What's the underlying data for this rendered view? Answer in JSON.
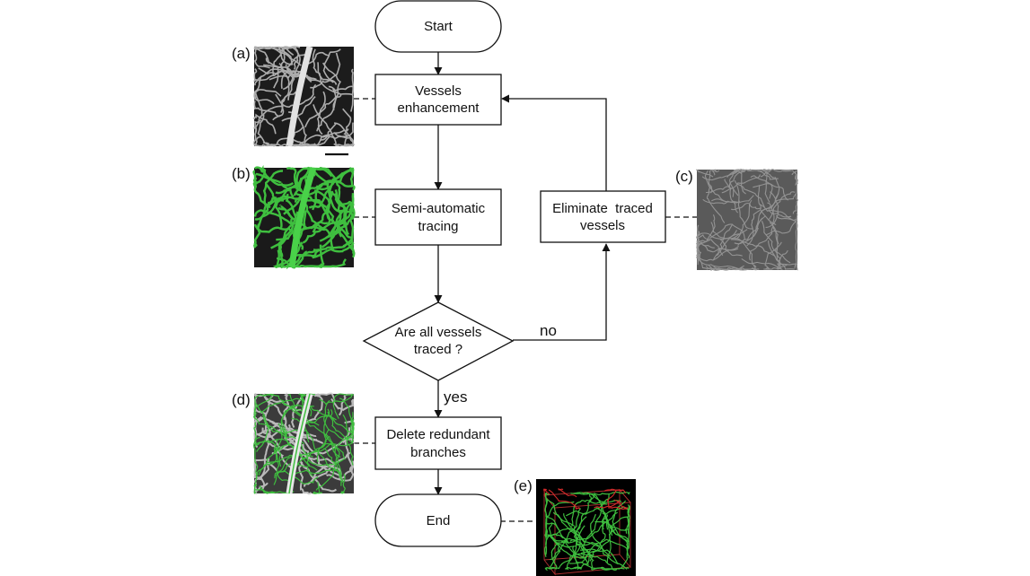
{
  "nodes": {
    "start": "Start",
    "enhance": [
      "Vessels",
      "enhancement"
    ],
    "tracing": [
      "Semi-automatic",
      "tracing"
    ],
    "decision": [
      "Are all vessels",
      "traced ?"
    ],
    "eliminate": [
      "Eliminate  traced",
      "vessels"
    ],
    "delete": [
      "Delete redundant",
      "branches"
    ],
    "end": "End"
  },
  "edges": {
    "no": "no",
    "yes": "yes"
  },
  "panels": {
    "a": "(a)",
    "b": "(b)",
    "c": "(c)",
    "d": "(d)",
    "e": "(e)"
  },
  "colors": {
    "trace_green": "#3fbf3f",
    "image_dark": "#1c1c1c",
    "red_trace": "#d12a2a"
  }
}
